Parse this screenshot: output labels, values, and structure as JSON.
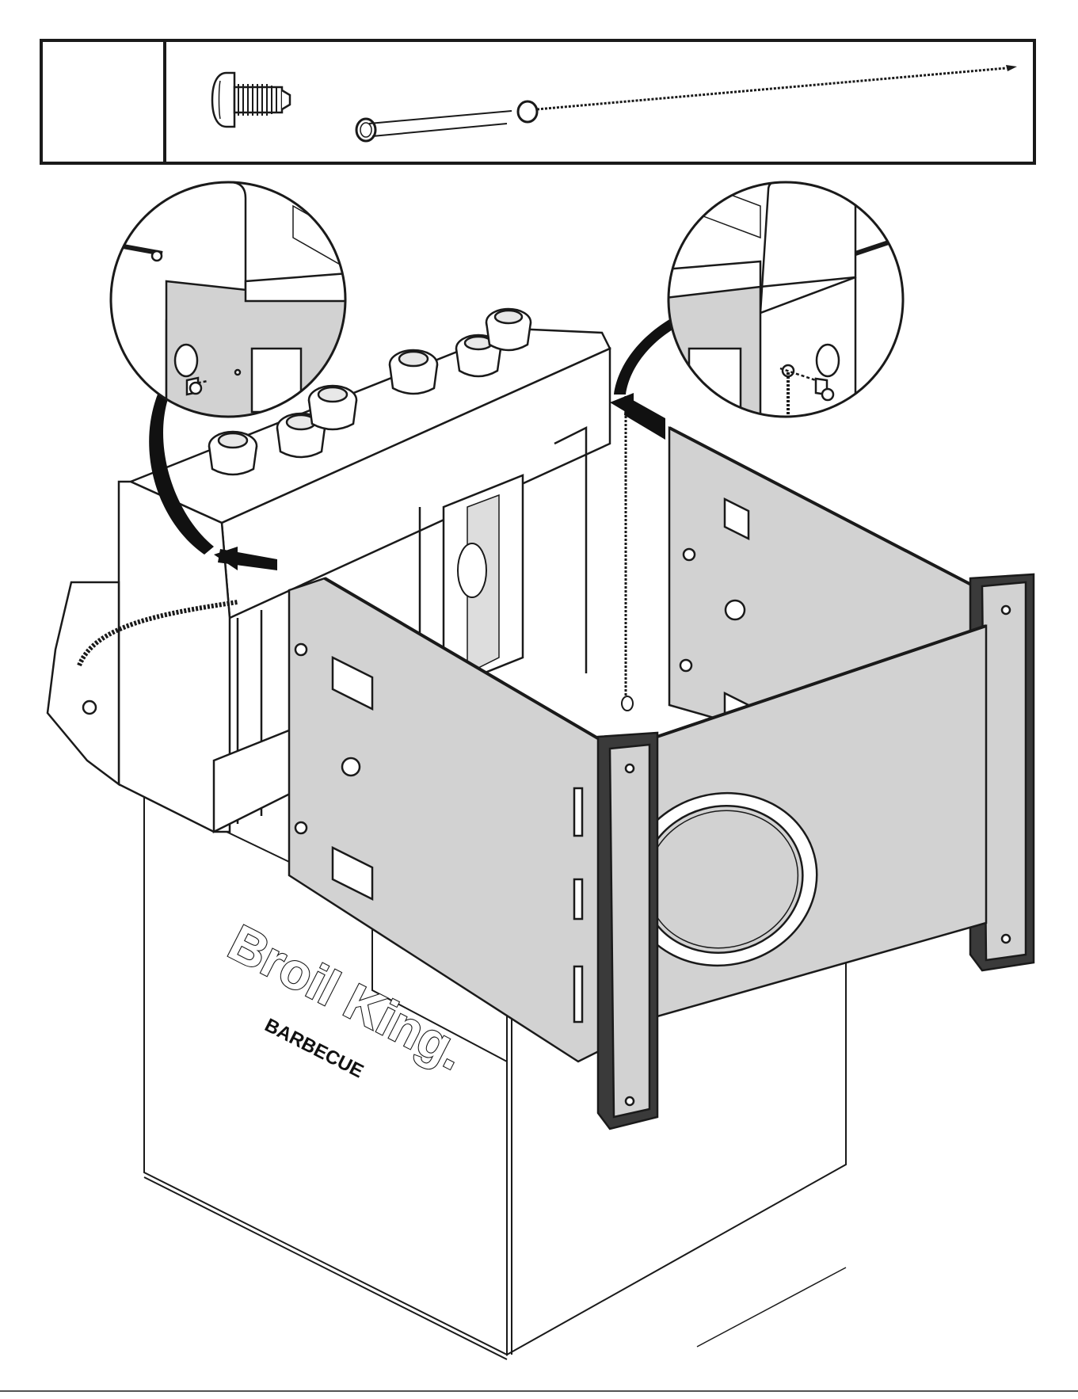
{
  "parts_box": {
    "step_cell": "",
    "parts": [
      {
        "name": "screw",
        "icon": "screw-icon"
      },
      {
        "name": "match holder chain",
        "icon": "match-chain-icon"
      }
    ]
  },
  "box_logo": {
    "brand": "Broil King.",
    "sub": "BARBECUE"
  },
  "colors": {
    "line": "#1a1a1a",
    "panel_fill": "#d2d2d2",
    "dark_fill": "#3a3a3a",
    "arrow": "#111111"
  },
  "footer": ""
}
